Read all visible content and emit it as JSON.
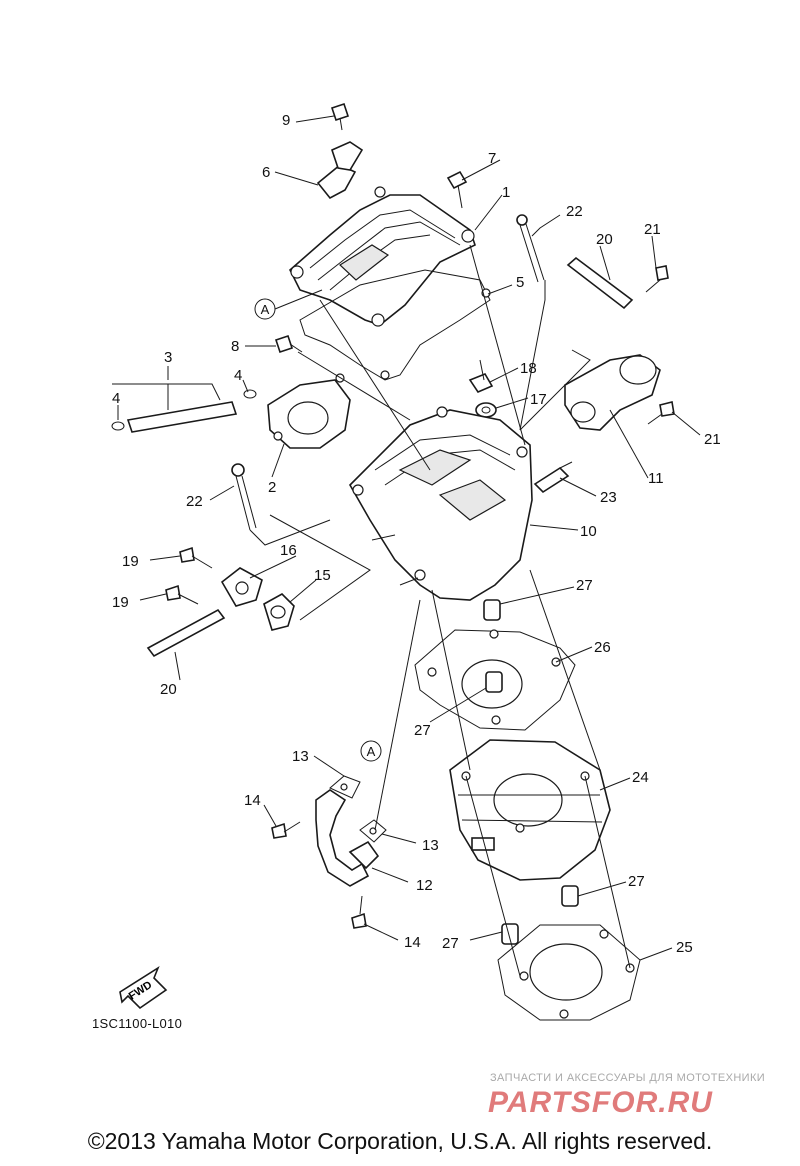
{
  "diagram_code": "1SC1100-L010",
  "fwd_label": "FWD",
  "reference_letter": "A",
  "watermark": {
    "tagline": "ЗАПЧАСТИ И АКСЕССУАРЫ ДЛЯ МОТОТЕХНИКИ",
    "logo_text": "PARTSFOR.RU"
  },
  "copyright": "©2013 Yamaha Motor Corporation, U.S.A. All rights reserved.",
  "colors": {
    "line": "#1a1a1a",
    "watermark_red": "#e07b7b",
    "watermark_gray": "#a9a9a9"
  },
  "callouts": {
    "c1": "1",
    "c2": "2",
    "c3": "3",
    "c4a": "4",
    "c4b": "4",
    "c5": "5",
    "c6": "6",
    "c7": "7",
    "c8": "8",
    "c9": "9",
    "c10": "10",
    "c11": "11",
    "c12": "12",
    "c13a": "13",
    "c13b": "13",
    "c14a": "14",
    "c14b": "14",
    "c15": "15",
    "c16": "16",
    "c17": "17",
    "c18": "18",
    "c19a": "19",
    "c19b": "19",
    "c20a": "20",
    "c20b": "20",
    "c21a": "21",
    "c21b": "21",
    "c22a": "22",
    "c22b": "22",
    "c23": "23",
    "c24": "24",
    "c25": "25",
    "c26": "26",
    "c27a": "27",
    "c27b": "27",
    "c27c": "27",
    "c27d": "27"
  }
}
